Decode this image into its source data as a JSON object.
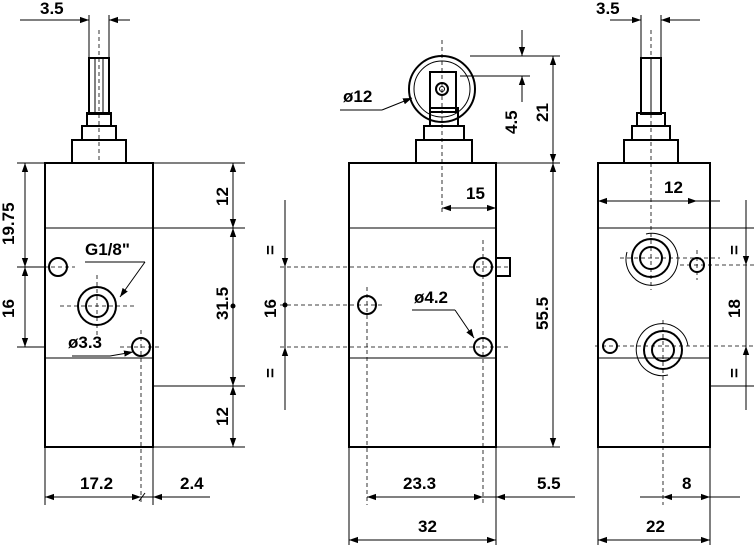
{
  "labels": {
    "left_top_width": "3.5",
    "left_h_1975": "19.75",
    "left_h_16": "16",
    "left_port": "G1/8\"",
    "left_hole": "ø3.3",
    "left_bottom_172": "17.2",
    "left_bottom_24": "2.4",
    "mid_h_12_top": "12",
    "mid_h_315": "31.5",
    "mid_h_12_bot": "12",
    "mid_eq_top": "=",
    "mid_16": "16",
    "mid_eq_bot": "=",
    "mid_roller": "ø12",
    "mid_45": "4.5",
    "mid_21": "21",
    "mid_15": "15",
    "mid_hole": "ø4.2",
    "mid_555": "55.5",
    "mid_233": "23.3",
    "mid_55": "5.5",
    "mid_32": "32",
    "right_top_width": "3.5",
    "right_12": "12",
    "right_eq_top": "=",
    "right_18": "18",
    "right_eq_bot": "=",
    "right_8": "8",
    "right_22": "22"
  }
}
